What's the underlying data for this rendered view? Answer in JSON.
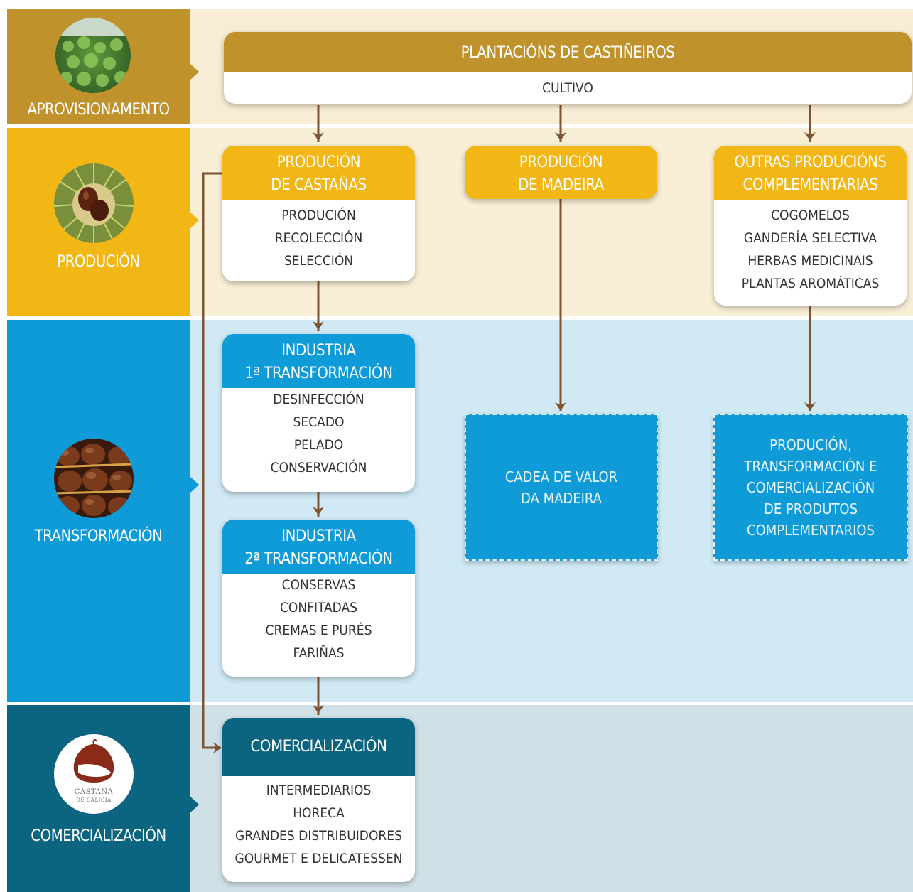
{
  "colors": {
    "aprov": "#c0922c",
    "aprov_band": "#f8ecd4",
    "produc": "#f2b715",
    "produc_band": "#f9eed6",
    "transf": "#0f9bd8",
    "transf_band": "#d0e9f4",
    "comerc": "#0b6580",
    "comerc_band": "#cfe0e6",
    "arrow": "#7e5432"
  },
  "stages": {
    "aprovisionamento": {
      "label": "APROVISIONAMENTO",
      "photo_icon": "seedlings-photo-icon"
    },
    "producion": {
      "label": "PRODUCIÓN",
      "photo_icon": "chestnut-burr-photo-icon"
    },
    "transformacion": {
      "label": "TRANSFORMACIÓN",
      "photo_icon": "roasted-chestnuts-photo-icon"
    },
    "comercializacion": {
      "label": "COMERCIALIZACIÓN",
      "photo_icon": "castana-de-galicia-logo-icon"
    }
  },
  "logo_text": {
    "line1": "CASTAÑA",
    "line2": "DE GALICIA"
  },
  "plantations": {
    "title": "PLANTACIÓNS DE CASTIÑEIROS",
    "subtitle": "CULTIVO"
  },
  "prod_castanas": {
    "title1": "PRODUCIÓN",
    "title2": "DE CASTAÑAS",
    "items": [
      "PRODUCIÓN",
      "RECOLECCIÓN",
      "SELECCIÓN"
    ]
  },
  "prod_madeira": {
    "title1": "PRODUCIÓN",
    "title2": "DE MADEIRA"
  },
  "outras": {
    "title1": "OUTRAS PRODUCIÓNS",
    "title2": "COMPLEMENTARIAS",
    "items": [
      "COGOMELOS",
      "GANDERÍA SELECTIVA",
      "HERBAS MEDICINAIS",
      "PLANTAS AROMÁTICAS"
    ]
  },
  "industria1": {
    "title1": "INDUSTRIA",
    "title2": "1ª TRANSFORMACIÓN",
    "items": [
      "DESINFECCIÓN",
      "SECADO",
      "PELADO",
      "CONSERVACIÓN"
    ]
  },
  "industria2": {
    "title1": "INDUSTRIA",
    "title2": "2ª TRANSFORMACIÓN",
    "items": [
      "CONSERVAS",
      "CONFITADAS",
      "CREMAS E PURÉS",
      "FARIÑAS"
    ]
  },
  "cadea": {
    "line1": "CADEA DE VALOR",
    "line2": "DA MADEIRA"
  },
  "complementarios": {
    "lines": [
      "PRODUCIÓN,",
      "TRANSFORMACIÓN E",
      "COMERCIALIZACIÓN",
      "DE PRODUTOS",
      "COMPLEMENTARIOS"
    ]
  },
  "comerc_box": {
    "title": "COMERCIALIZACIÓN",
    "items": [
      "INTERMEDIARIOS",
      "HORECA",
      "GRANDES DISTRIBUIDORES",
      "GOURMET E DELICATESSEN"
    ]
  }
}
